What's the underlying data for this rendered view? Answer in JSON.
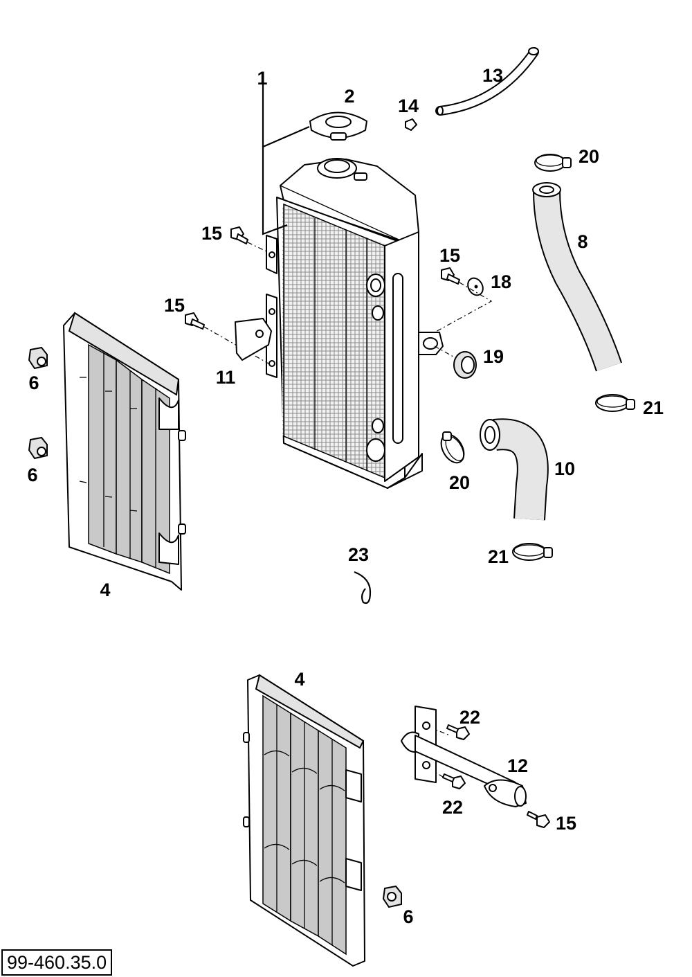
{
  "callouts": {
    "c1": "1",
    "c2": "2",
    "c13": "13",
    "c14": "14",
    "c20a": "20",
    "c20b": "20",
    "c8": "8",
    "c15a": "15",
    "c15b": "15",
    "c15c": "15",
    "c15d": "15",
    "c18": "18",
    "c19": "19",
    "c11": "11",
    "c6a": "6",
    "c6b": "6",
    "c6c": "6",
    "c21a": "21",
    "c21b": "21",
    "c10": "10",
    "c4a": "4",
    "c4b": "4",
    "c23": "23",
    "c22a": "22",
    "c22b": "22",
    "c12": "12"
  },
  "reference_number": "99-460.35.0"
}
